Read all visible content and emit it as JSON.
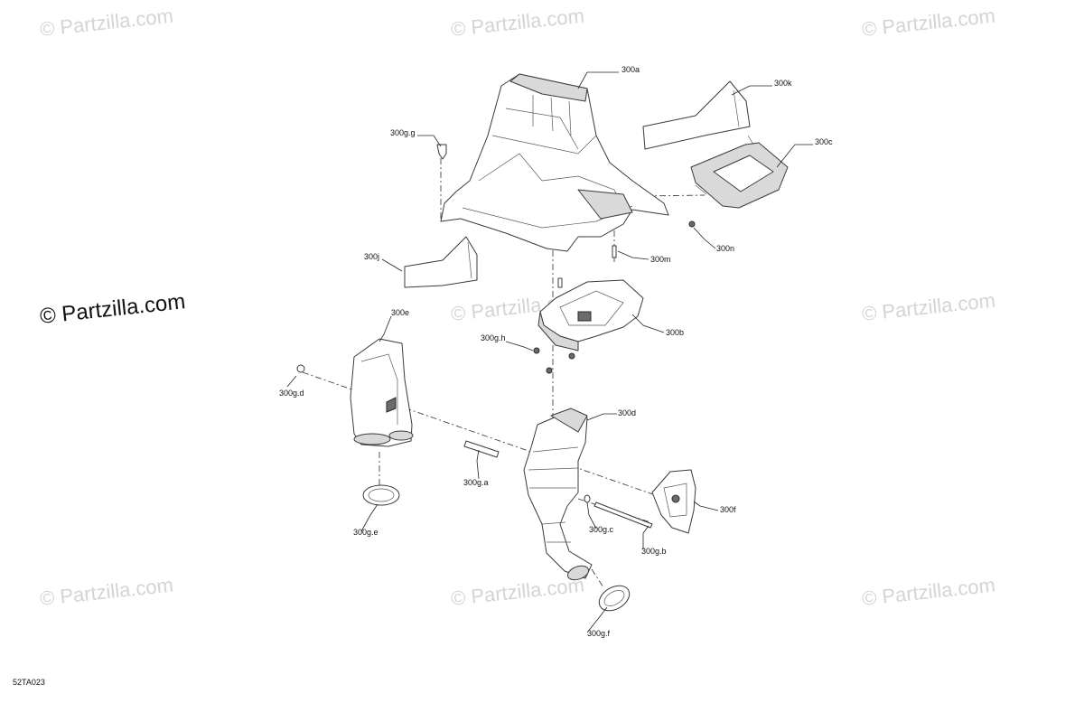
{
  "diagram_code": "52TA023",
  "watermarks": {
    "faint": "© Partzilla.com",
    "strong": "© Partzilla.com"
  },
  "callouts": {
    "c300a": "300a",
    "c300k": "300k",
    "c300c": "300c",
    "c300gg": "300g.g",
    "c300n": "300n",
    "c300m": "300m",
    "c300j": "300j",
    "c300b": "300b",
    "c300e": "300e",
    "c300gh": "300g.h",
    "c300gd": "300g.d",
    "c300d": "300d",
    "c300ga": "300g.a",
    "c300f": "300f",
    "c300gc": "300g.c",
    "c300gb": "300g.b",
    "c300ge": "300g.e",
    "c300gf": "300g.f"
  }
}
